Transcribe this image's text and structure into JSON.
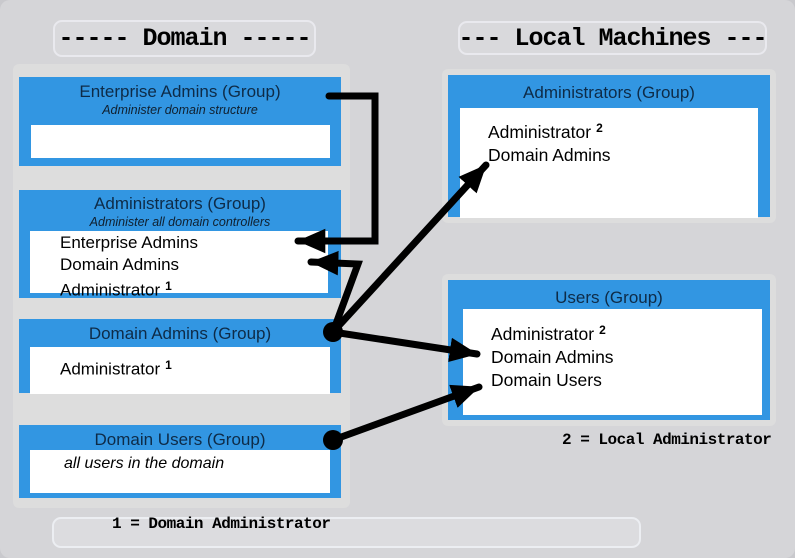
{
  "titles": {
    "domain": "----- Domain -----",
    "local_machines": "--- Local Machines ---"
  },
  "domain_column": {
    "boxes": [
      {
        "name": "Enterprise Admins (Group)",
        "subtitle": "Administer domain structure",
        "members": []
      },
      {
        "name": "Administrators (Group)",
        "subtitle": "Administer all domain controllers",
        "members": [
          {
            "text": "Enterprise Admins"
          },
          {
            "text": "Domain Admins"
          },
          {
            "text": "Administrator",
            "sup": "1"
          }
        ]
      },
      {
        "name": "Domain Admins (Group)",
        "members": [
          {
            "text": "Administrator",
            "sup": "1"
          }
        ]
      },
      {
        "name": "Domain Users (Group)",
        "members": [
          {
            "text": "all users in the domain"
          }
        ]
      }
    ]
  },
  "local_column": {
    "boxes": [
      {
        "name": "Administrators (Group)",
        "members": [
          {
            "text": "Administrator",
            "sup": "2"
          },
          {
            "text": "Domain Admins"
          }
        ]
      },
      {
        "name": "Users (Group)",
        "members": [
          {
            "text": "Administrator",
            "sup": "2"
          },
          {
            "text": "Domain Admins"
          },
          {
            "text": "Domain Users"
          }
        ]
      }
    ]
  },
  "footnotes": {
    "domain": "1 = Domain Administrator",
    "local": "2 = Local Administrator"
  },
  "relationships": [
    {
      "from": "Enterprise Admins (Group)",
      "to": "Administrators (Group) — Domain",
      "target_row": "Enterprise Admins"
    },
    {
      "from": "Domain Admins (Group)",
      "to": "Administrators (Group) — Domain",
      "target_row": "Domain Admins"
    },
    {
      "from": "Domain Admins (Group)",
      "to": "Administrators (Group) — Local Machines",
      "target_row": "Domain Admins"
    },
    {
      "from": "Domain Admins (Group)",
      "to": "Users (Group) — Local Machines",
      "target_row": "Domain Admins"
    },
    {
      "from": "Domain Users (Group)",
      "to": "Users (Group) — Local Machines",
      "target_row": "Domain Users"
    }
  ],
  "colors": {
    "accent_blue": "#3296e2",
    "header_text": "#0e2b47",
    "background": "#d5d5d8",
    "content_bg": "#ffffff",
    "arrow": "#000000"
  }
}
